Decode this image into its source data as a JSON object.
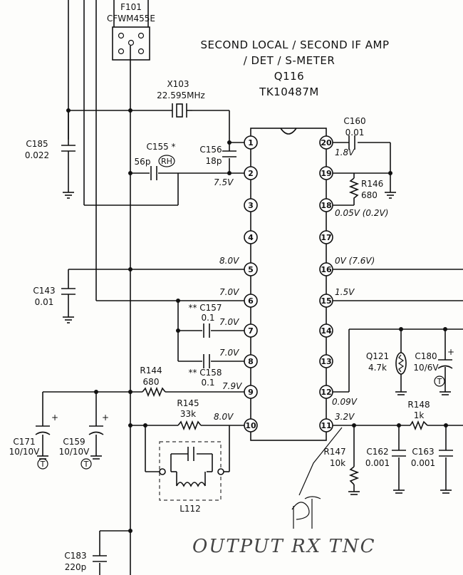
{
  "title": {
    "line1": "SECOND LOCAL / SECOND IF AMP",
    "line2": "/ DET / S-METER"
  },
  "ic": {
    "ref": "Q116",
    "part": "TK10487M",
    "pins_left": [
      "1",
      "2",
      "3",
      "4",
      "5",
      "6",
      "7",
      "8",
      "9",
      "10"
    ],
    "pins_right": [
      "20",
      "19",
      "18",
      "17",
      "16",
      "15",
      "14",
      "13",
      "12",
      "11"
    ]
  },
  "components": {
    "f101": {
      "ref": "F101",
      "value": "CFWM455E"
    },
    "x103": {
      "ref": "X103",
      "value": "22.595MHz"
    },
    "c185": {
      "ref": "C185",
      "value": "0.022"
    },
    "c155": {
      "ref": "C155 *",
      "value": "56p",
      "tag": "RH"
    },
    "c156": {
      "ref": "C156",
      "value": "18p"
    },
    "c160": {
      "ref": "C160",
      "value": "0.01"
    },
    "r146": {
      "ref": "R146",
      "value": "680"
    },
    "c143": {
      "ref": "C143",
      "value": "0.01"
    },
    "c157": {
      "ref": "** C157",
      "value": "0.1"
    },
    "c158": {
      "ref": "** C158",
      "value": "0.1"
    },
    "r144": {
      "ref": "R144",
      "value": "680"
    },
    "r145": {
      "ref": "R145",
      "value": "33k"
    },
    "c171": {
      "ref": "C171",
      "value": "10/10V"
    },
    "c159": {
      "ref": "C159",
      "value": "10/10V"
    },
    "l112": {
      "ref": "L112"
    },
    "q121": {
      "ref": "Q121",
      "value": "4.7k"
    },
    "c180": {
      "ref": "C180",
      "value": "10/6V"
    },
    "r148": {
      "ref": "R148",
      "value": "1k"
    },
    "r147": {
      "ref": "R147",
      "value": "10k"
    },
    "c162": {
      "ref": "C162",
      "value": "0.001"
    },
    "c163": {
      "ref": "C163",
      "value": "0.001"
    },
    "c183": {
      "ref": "C183",
      "value": "220p"
    }
  },
  "voltages": {
    "pin2": "7.5V",
    "pin5": "8.0V",
    "pin6": "7.0V",
    "pin7": "7.0V",
    "pin8": "7.0V",
    "pin9": "7.9V",
    "pin10": "8.0V",
    "pin20": "1.8V",
    "pin18": "0.05V (0.2V)",
    "pin16": "0V (7.6V)",
    "pin15": "1.5V",
    "pin12": "0.09V",
    "pin11": "3.2V"
  },
  "t_mark": "T",
  "plus": "+",
  "handwritten": "OUTPUT RX TNC"
}
